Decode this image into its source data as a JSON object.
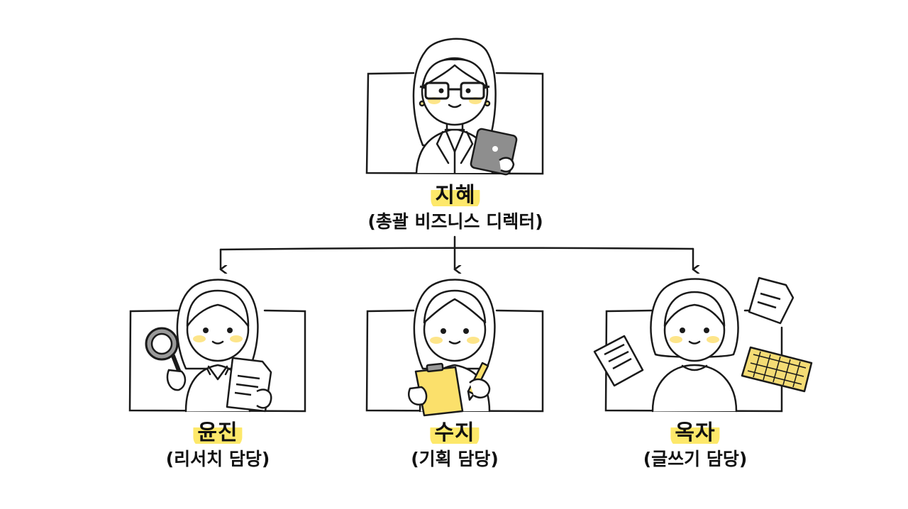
{
  "colors": {
    "ink": "#1a1a1a",
    "highlight": "#fde86a",
    "cheek": "#fde58a",
    "device": "#8e8e8e",
    "paper": "#ffffff",
    "clipboard": "#fbe06b",
    "keyboard": "#f4dc75"
  },
  "top": {
    "name": "지혜",
    "role": "(총괄 비즈니스 디렉터)",
    "icons": [
      "glasses-icon",
      "tablet-icon"
    ]
  },
  "members": [
    {
      "name": "윤진",
      "role": "(리서치 담당)",
      "icons": [
        "magnifier-icon",
        "document-icon"
      ]
    },
    {
      "name": "수지",
      "role": "(기획 담당)",
      "icons": [
        "clipboard-icon",
        "pencil-icon"
      ]
    },
    {
      "name": "옥자",
      "role": "(글쓰기 담당)",
      "icons": [
        "paper-icon",
        "keyboard-icon"
      ]
    }
  ]
}
